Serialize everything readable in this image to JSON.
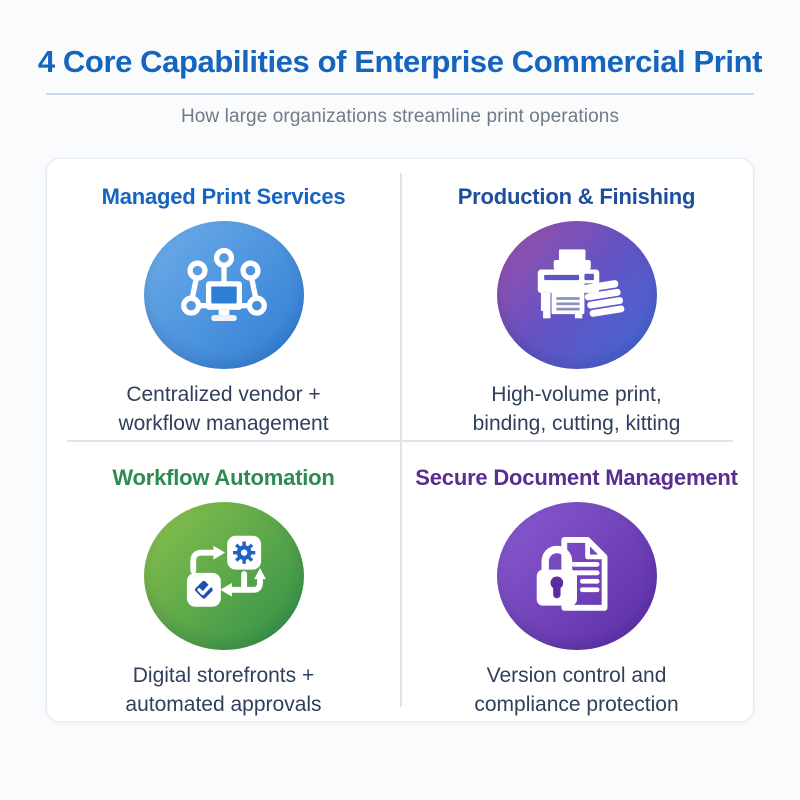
{
  "colors": {
    "page-bg": "#FAFBFC",
    "title-blue": "#1565BE",
    "rule-blue": "#C9D7EA",
    "subtitle-gray": "#6F7B89",
    "card-bg": "#FFFFFF",
    "card-border": "#E5E9F1",
    "divider-gray": "#DFE3EA",
    "desc-navy": "#2F3F5C"
  },
  "header": {
    "title_primary": "4 Core Capabilities",
    "title_secondary": " of Enterprise Commercial Print",
    "subtitle": "How large organizations streamline print operations"
  },
  "quadrants": [
    {
      "title": "Managed Print Services",
      "title_color": "#1565C0",
      "icon": "network-monitor-icon",
      "circle_gradient": [
        "#6FAEE9",
        "#2E7CD3"
      ],
      "desc_line1": "Centralized vendor +",
      "desc_line2": "workflow management"
    },
    {
      "title": "Production & Finishing",
      "title_color": "#1F4E9B",
      "icon": "production-printer-icon",
      "circle_gradient": [
        "#A04FA6",
        "#6453C4",
        "#3E6BD6"
      ],
      "desc_line1": "High-volume print,",
      "desc_line2": "binding, cutting, kitting"
    },
    {
      "title": "Workflow Automation",
      "title_color": "#2E8B50",
      "icon": "workflow-automation-icon",
      "circle_gradient": [
        "#8CC24D",
        "#2E8F48"
      ],
      "desc_line1": "Digital storefronts +",
      "desc_line2": "automated approvals"
    },
    {
      "title": "Secure Document Management",
      "title_color": "#5B2D91",
      "icon": "secure-document-lock-icon",
      "circle_gradient": [
        "#8A5BD0",
        "#5B2DA6"
      ],
      "desc_line1": "Version control and",
      "desc_line2": "compliance protection"
    }
  ]
}
